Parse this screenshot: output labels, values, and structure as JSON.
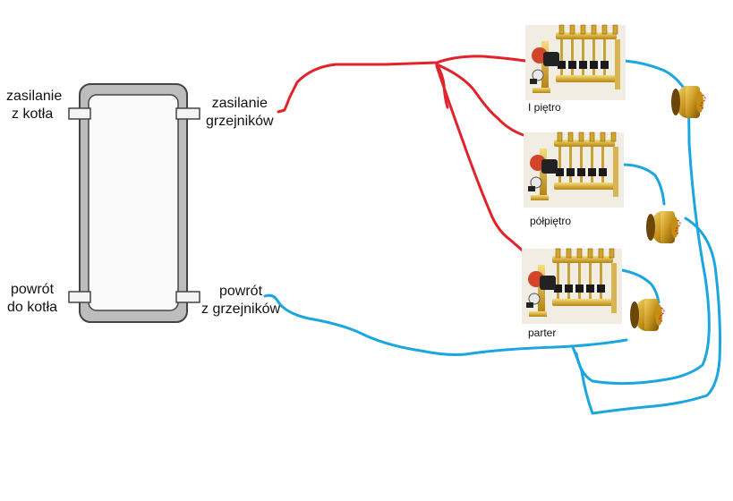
{
  "labels": {
    "supply_from_boiler": [
      "zasilanie",
      "z kotła"
    ],
    "supply_to_radiators": [
      "zasilanie",
      "grzejników"
    ],
    "return_to_boiler": [
      "powrót",
      "do kotła"
    ],
    "return_from_radiators": [
      "powrót",
      "z grzejników"
    ],
    "floor_1": "I piętro",
    "floor_mezzanine": "półpiętro",
    "floor_ground": "parter"
  },
  "colors": {
    "supply_pipe": "#e1232a",
    "return_pipe": "#1ca6e0",
    "tank_outline": "#444444",
    "tank_fill": "#fafafa",
    "tank_body": "#bdbdbd"
  },
  "icons": {
    "manifold": "manifold-pump-group-icon",
    "valve": "brass-valve-icon"
  }
}
